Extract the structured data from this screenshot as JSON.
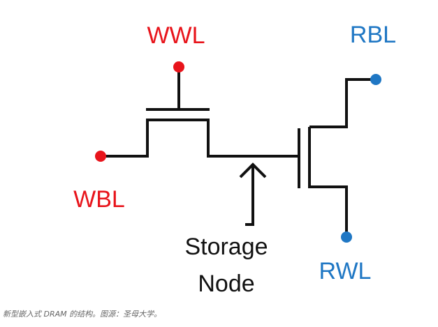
{
  "labels": {
    "wwl": "WWL",
    "wbl": "WBL",
    "rbl": "RBL",
    "rwl": "RWL",
    "storage_line1": "Storage",
    "storage_line2": "Node"
  },
  "caption": "新型嵌入式 DRAM 的结构。图源：圣母大学。",
  "colors": {
    "write_signal": "#e8141b",
    "read_signal": "#1f77c4",
    "wire": "#111111",
    "caption": "#666666"
  }
}
